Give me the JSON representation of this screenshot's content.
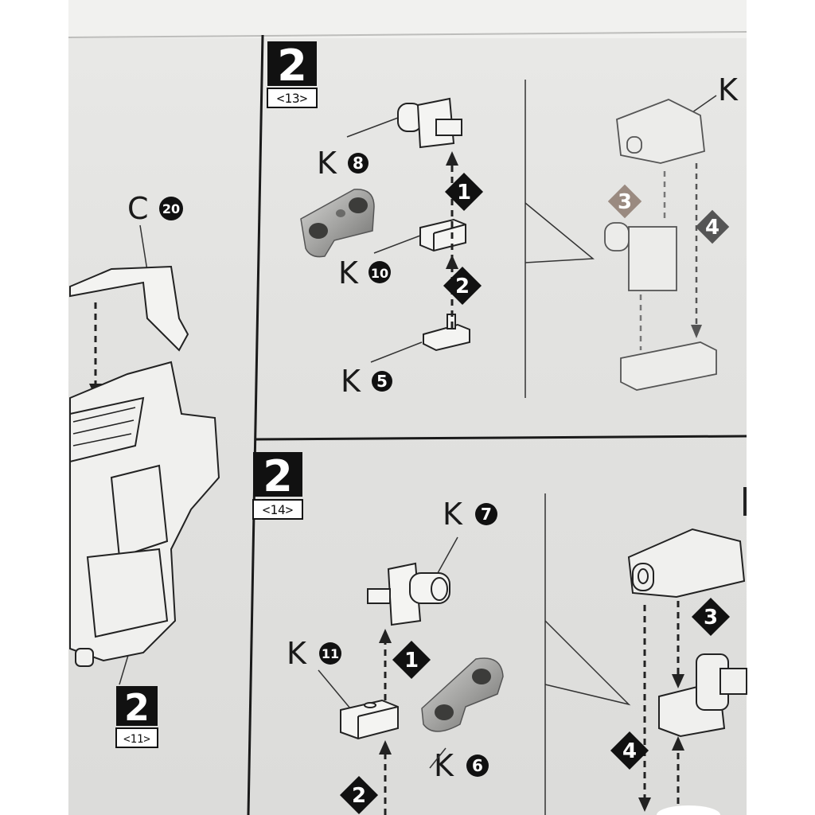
{
  "steps": {
    "step13": {
      "number": "2",
      "sub": "<13>"
    },
    "step14": {
      "number": "2",
      "sub": "<14>"
    },
    "step11": {
      "number": "2",
      "sub": "<11>"
    }
  },
  "parts": {
    "k8": {
      "letter": "K",
      "num": "8"
    },
    "k10": {
      "letter": "K",
      "num": "10"
    },
    "k5": {
      "letter": "K",
      "num": "5"
    },
    "k7": {
      "letter": "K",
      "num": "7"
    },
    "k11": {
      "letter": "K",
      "num": "11"
    },
    "k6": {
      "letter": "K",
      "num": "6"
    },
    "c20": {
      "letter": "C",
      "num": "20"
    },
    "k_top_right": {
      "letter": "K"
    }
  },
  "arrows": {
    "a1_top": "1",
    "a2_top": "2",
    "a3_topright": "3",
    "a4_topright": "4",
    "a1_bottom": "1",
    "a2_bottom": "2",
    "a3_bottomright": "3",
    "a4_bottomright": "4"
  },
  "colors": {
    "paper": "#e4e4e2",
    "ink": "#1a1a1a",
    "metal": "#a9a9a9"
  }
}
